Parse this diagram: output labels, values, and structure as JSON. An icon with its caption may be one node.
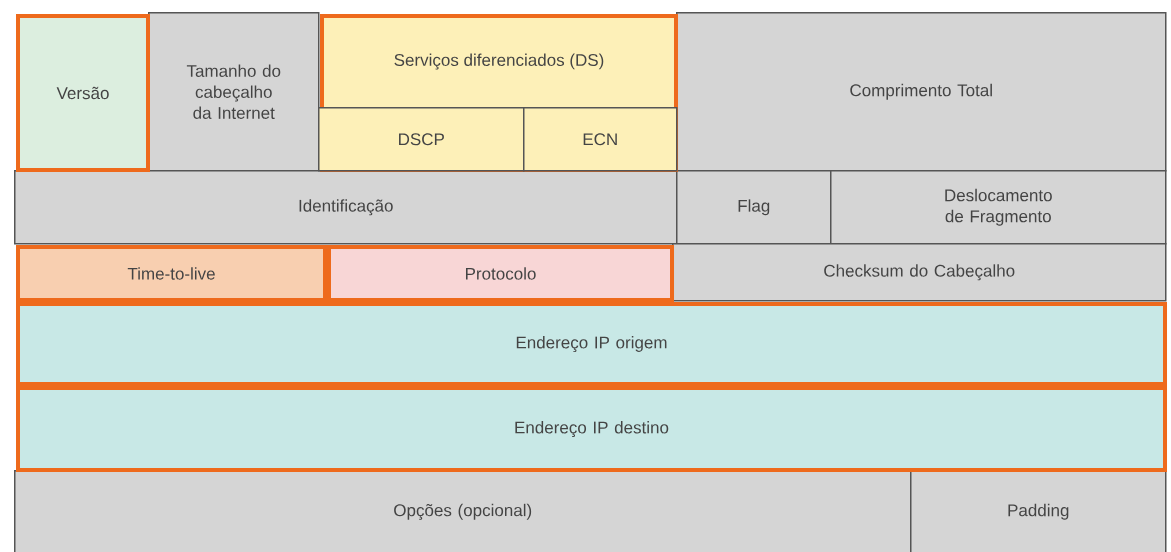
{
  "diagram": {
    "nodes": [
      {
        "text": [
          "Versão"
        ]
      },
      {
        "text": [
          "Tamanho do cabeçalho da Internet"
        ]
      },
      {
        "text": [
          "Serviços diferenciados (DS)"
        ]
      },
      {
        "text": [
          "DSCP"
        ],
        "in": 2
      },
      {
        "text": [
          "ECN"
        ],
        "in": 2
      },
      {
        "text": [
          "Comprimento Total"
        ]
      },
      {
        "text": [
          "Identificação"
        ]
      },
      {
        "text": [
          "Flag"
        ]
      },
      {
        "text": [
          "Deslocamento de Fragmento"
        ]
      },
      {
        "text": [
          "Time-to-live"
        ]
      },
      {
        "text": [
          "Protocolo"
        ]
      },
      {
        "text": [
          "Checksum do Cabeçalho"
        ]
      },
      {
        "text": [
          "Endereço IP origem"
        ]
      },
      {
        "text": [
          "Endereço IP destino"
        ]
      },
      {
        "text": [
          "Opções (opcional)"
        ]
      },
      {
        "text": [
          "Padding"
        ]
      }
    ]
  }
}
